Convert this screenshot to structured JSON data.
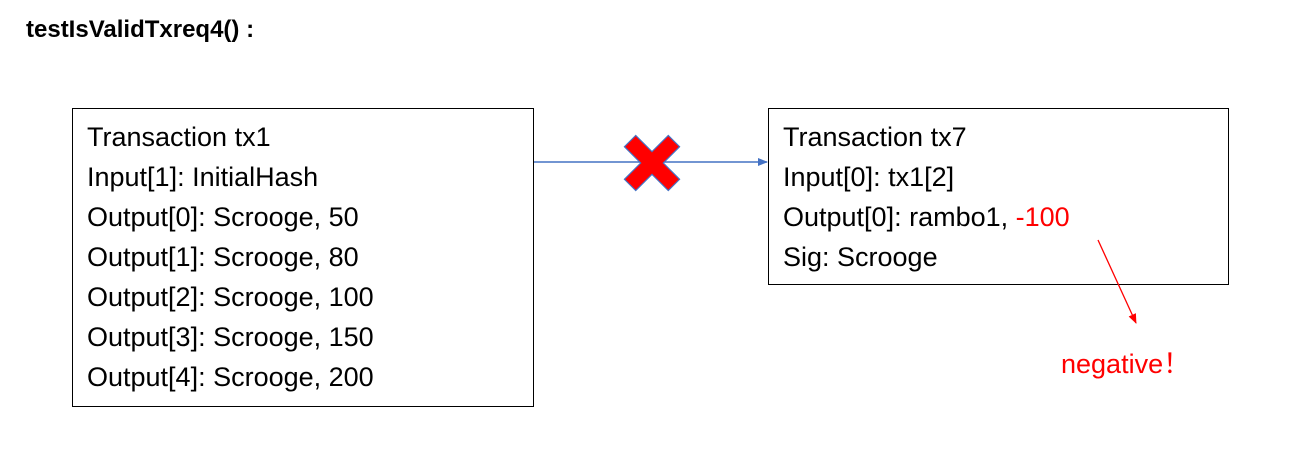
{
  "title": "testIsValidTxreq4() :",
  "tx1": {
    "lines": [
      "Transaction tx1",
      "Input[1]: InitialHash",
      "Output[0]: Scrooge, 50",
      "Output[1]: Scrooge, 80",
      "Output[2]: Scrooge, 100",
      "Output[3]: Scrooge, 150",
      "Output[4]: Scrooge, 200"
    ]
  },
  "tx7": {
    "line1": "Transaction tx7",
    "line2": "Input[0]: tx1[2]",
    "line3_prefix": "Output[0]: rambo1, ",
    "line3_value": "-100",
    "line4": "Sig: Scrooge"
  },
  "annotation": "negative！",
  "colors": {
    "arrow": "#4472c4",
    "cross": "#ff0000",
    "cross_outline": "#4472c4",
    "highlight": "#ff0000"
  },
  "icons": {
    "cross": "x-mark-icon"
  }
}
